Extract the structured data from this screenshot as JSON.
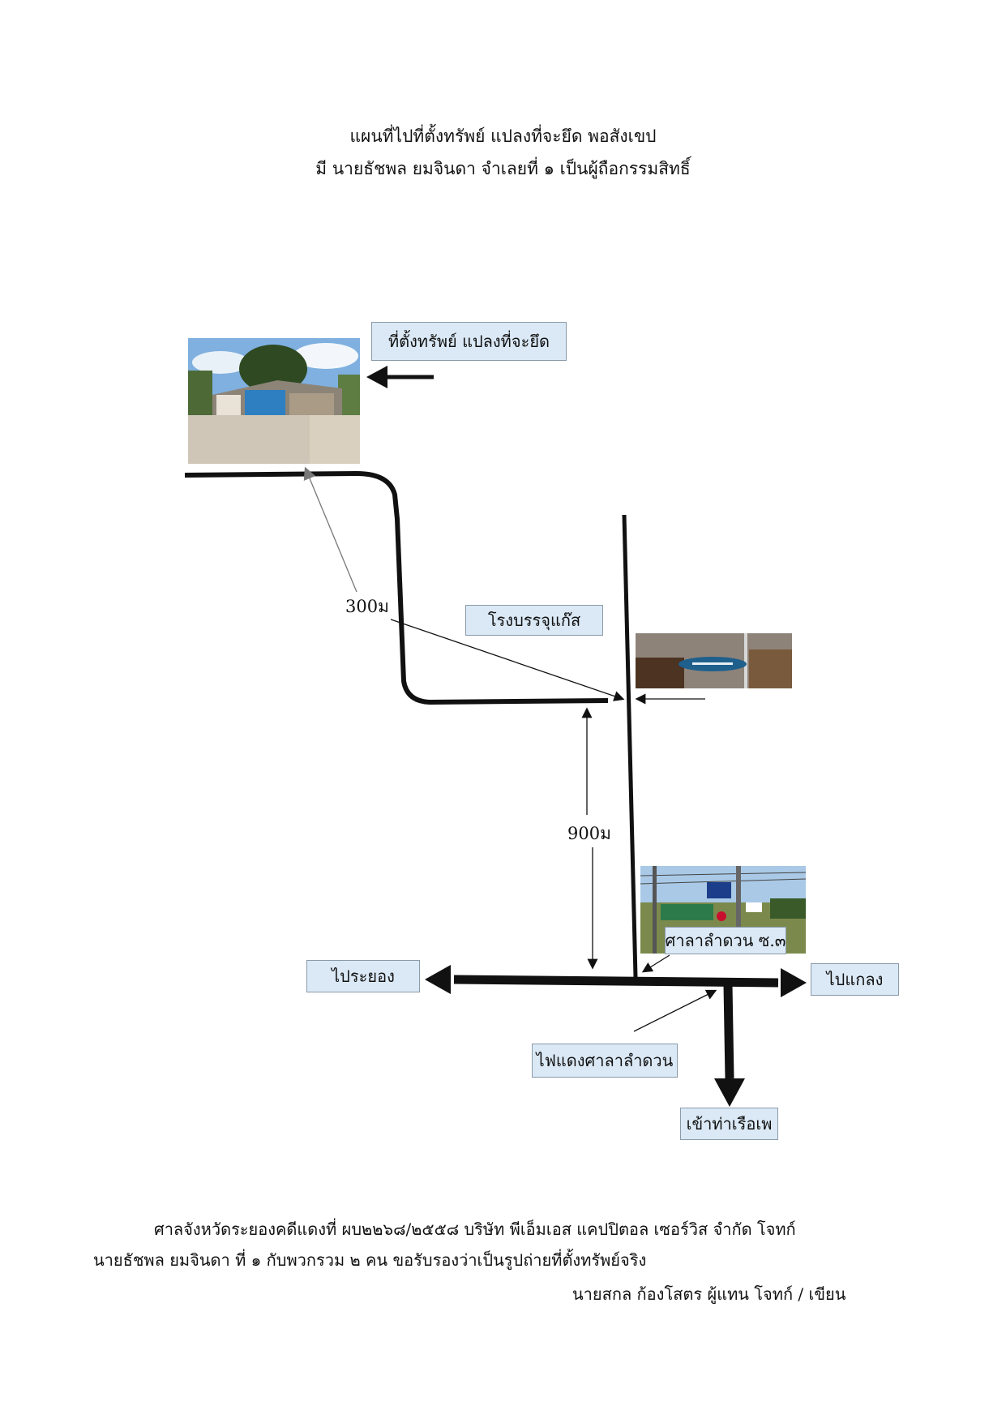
{
  "header": {
    "line1": "แผนที่ไปที่ตั้งทรัพย์ แปลงที่จะยึด พอสังเขป",
    "line2": "มี นายธัชพล          ยมจินดา จำเลยที่ ๑ เป็นผู้ถือกรรมสิทธิ์"
  },
  "map": {
    "labels": {
      "property": "ที่ตั้งทรัพย์ แปลงที่จะยึด",
      "gas_plant": "โรงบรรจุแก๊ส",
      "sala_lamduan": "ศาลาลำดวน ซ.๓",
      "to_rayong": "ไประยอง",
      "to_klaeng": "ไปแกลง",
      "traffic_light": "ไฟแดงศาลาลำดวน",
      "to_tha_ruea_phe": "เข้าท่าเรือเพ"
    },
    "distances": {
      "d300": "300ม",
      "d900": "900ม"
    },
    "photos": [
      {
        "name": "property-photo"
      },
      {
        "name": "gas-plant-sign-photo"
      },
      {
        "name": "sala-lamduan-sign-photo"
      }
    ],
    "colors": {
      "label_fill": "#dbe9f6",
      "label_border": "#8a9aa8",
      "road": "#111111"
    }
  },
  "footer": {
    "line1": "ศาลจังหวัดระยองคดีแดงที่ ผบ๒๒๖๘/๒๕๕๘ บริษัท พีเอ็มเอส แคปปิตอล เซอร์วิส จำกัด โจทก์",
    "line2": "นายธัชพล  ยมจินดา  ที่ ๑ กับพวกรวม ๒ คน ขอรับรองว่าเป็นรูปถ่ายที่ตั้งทรัพย์จริง",
    "line3": "นายสกล ก้องโสตร ผู้แทน โจทก์ / เขียน"
  }
}
